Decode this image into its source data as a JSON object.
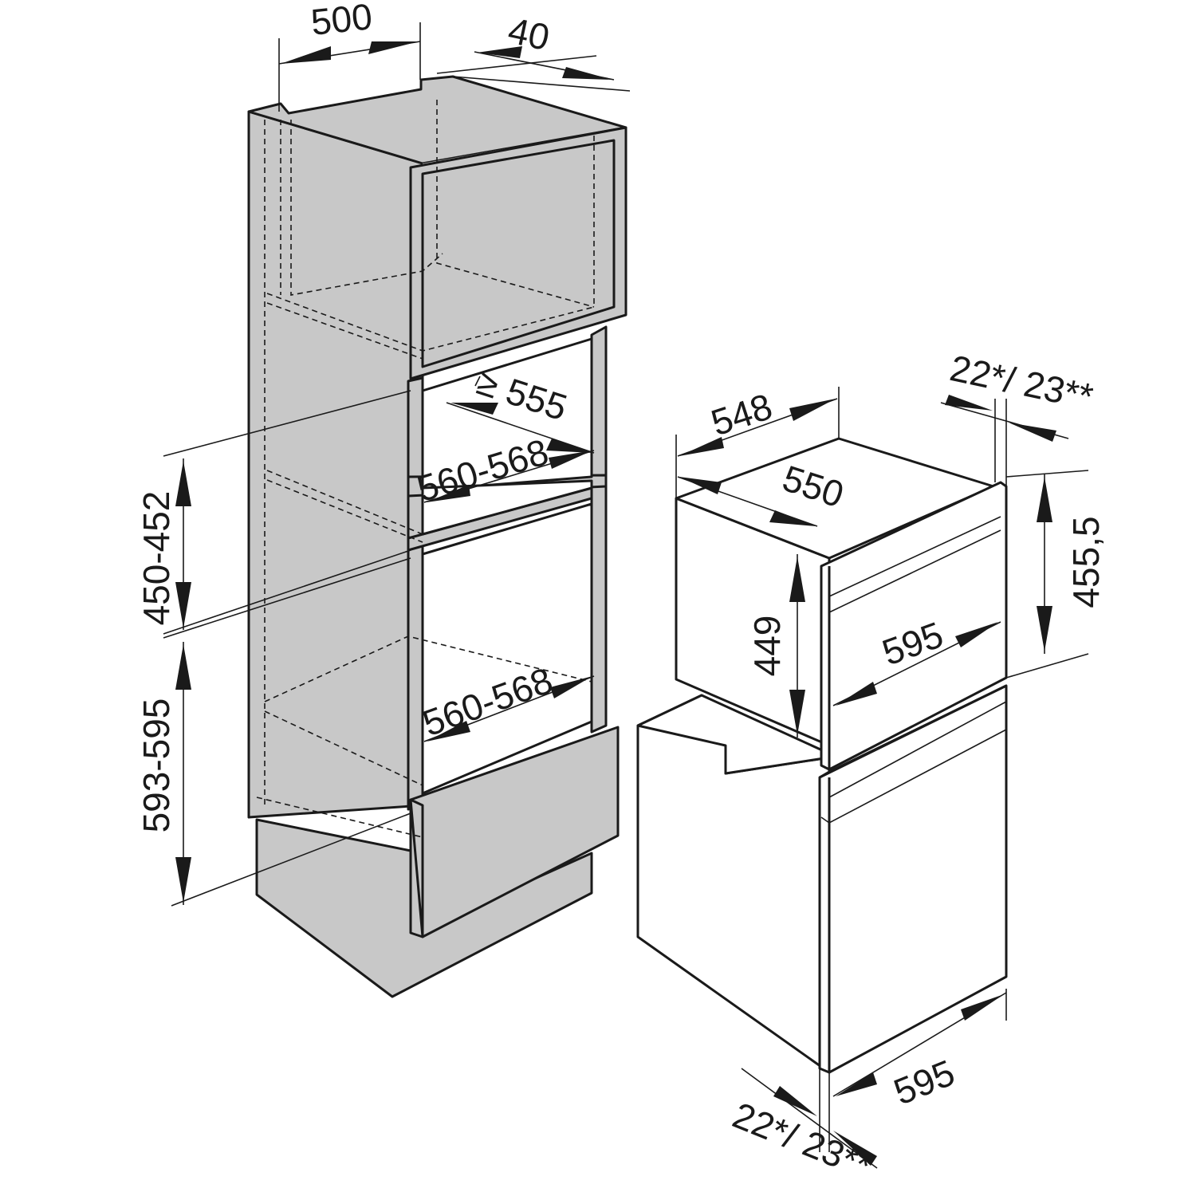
{
  "dimensions": {
    "cabinet_top_width": "500",
    "cabinet_top_depth": "40",
    "niche_depth": "≥ 555",
    "niche_width_upper": "560-568",
    "niche_width_lower": "560-568",
    "niche_height_upper": "450-452",
    "niche_height_lower": "593-595",
    "appliance_width": "548",
    "appliance_depth": "550",
    "front_thickness_top": "22*/ 23**",
    "front_height": "455,5",
    "body_height": "449",
    "front_width": "595",
    "lower_width": "595",
    "front_thickness_bottom": "22*/ 23**"
  }
}
